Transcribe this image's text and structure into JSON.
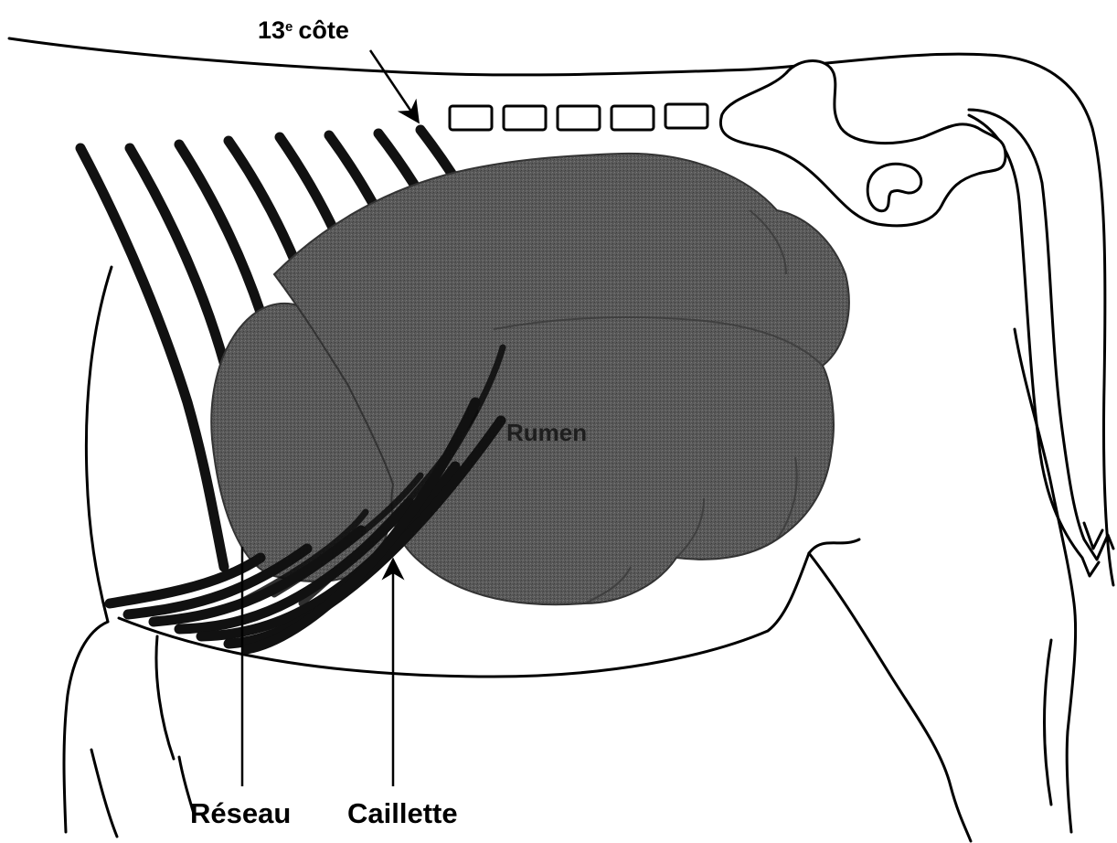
{
  "labels": {
    "rib13_number": "13",
    "rib13_superscript": "e",
    "rib13_word": "côte",
    "reseau": "Réseau",
    "caillette": "Caillette",
    "rumen": "Rumen"
  },
  "colors": {
    "outline": "#000000",
    "organ_fill": "#5a5a5a",
    "background": "#ffffff"
  }
}
